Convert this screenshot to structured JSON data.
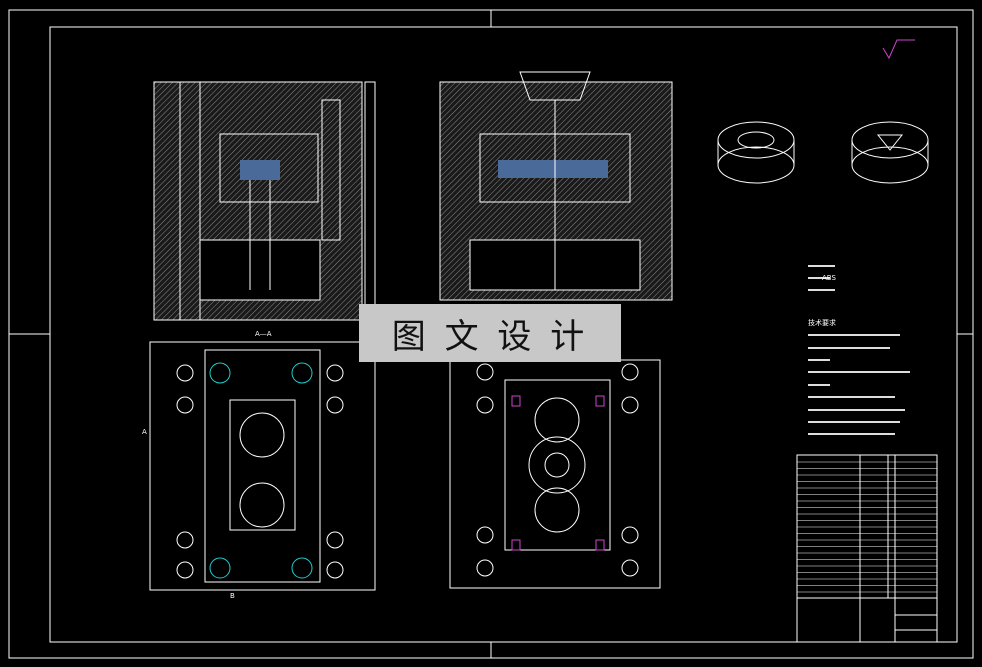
{
  "watermark": "图 文 设 计",
  "section_label": "A—A",
  "section_marker": "A",
  "view_marker": "B",
  "notes": {
    "material": "ABS",
    "heading": "技术要求"
  },
  "colors": {
    "background": "#000000",
    "lines": "#ffffff",
    "hatch": "#7a7a7a",
    "cavity": "#4a6a9a",
    "bolt_accent": "#cc44cc",
    "cyan_accent": "#22cccc",
    "roughness_symbol": "#cc44cc"
  }
}
